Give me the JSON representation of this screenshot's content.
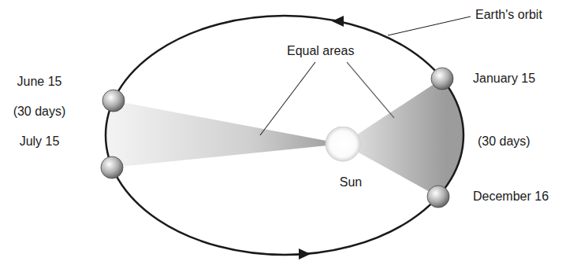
{
  "diagram": {
    "nodes": [
      {
        "text": [
          "Sun"
        ]
      }
    ],
    "labels": [
      "Earth's orbit",
      "Equal areas",
      "June 15",
      "(30 days)",
      "July 15",
      "January 15",
      "(30 days)",
      "December 16"
    ]
  }
}
